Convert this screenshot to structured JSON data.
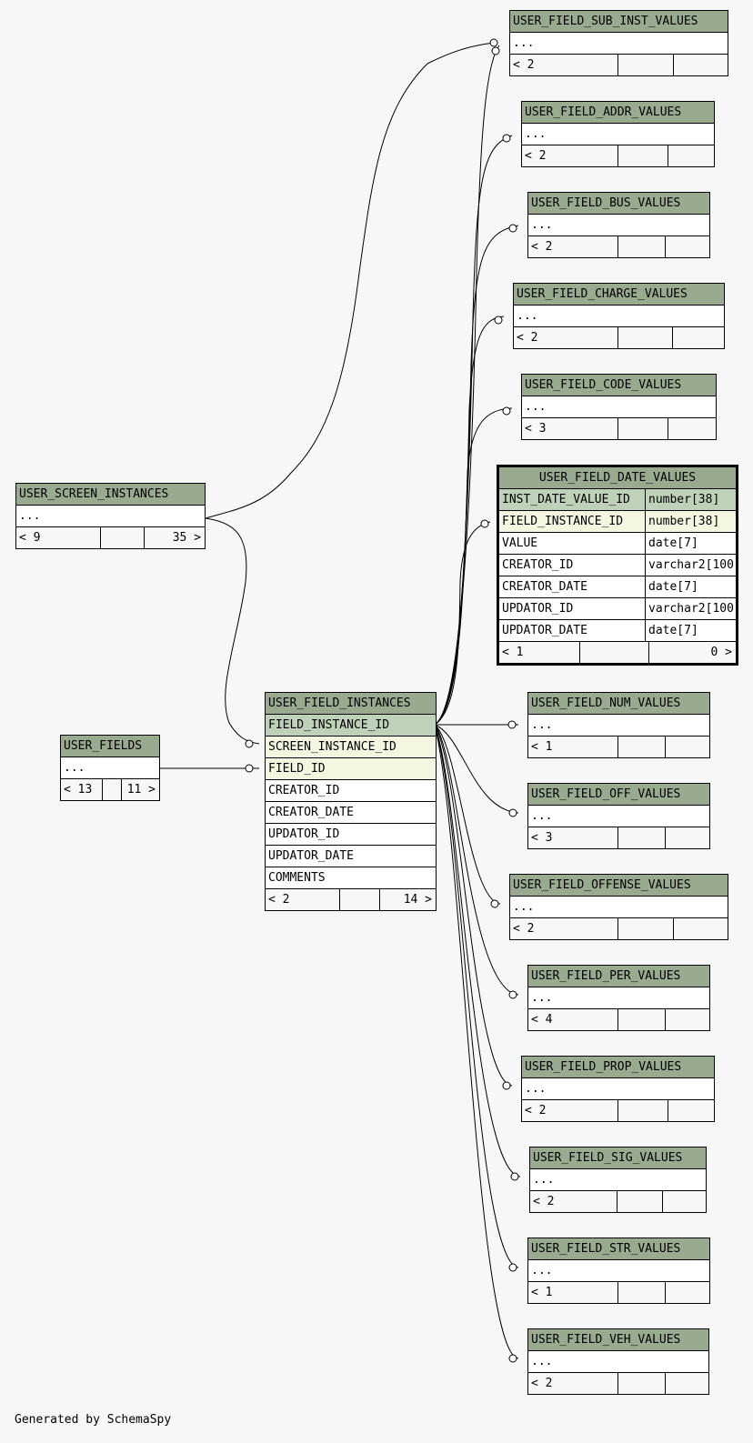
{
  "footer": "Generated by SchemaSpy",
  "colors": {
    "header": "#9aaa8f",
    "primary_key": "#bfd1b8",
    "foreign_key": "#f3f7df",
    "background": "#f7f7f7"
  },
  "tables": {
    "sub_inst": {
      "name": "USER_FIELD_SUB_INST_VALUES",
      "rows": [
        "..."
      ],
      "parents": "< 2",
      "children": ""
    },
    "addr": {
      "name": "USER_FIELD_ADDR_VALUES",
      "rows": [
        "..."
      ],
      "parents": "< 2",
      "children": ""
    },
    "bus": {
      "name": "USER_FIELD_BUS_VALUES",
      "rows": [
        "..."
      ],
      "parents": "< 2",
      "children": ""
    },
    "charge": {
      "name": "USER_FIELD_CHARGE_VALUES",
      "rows": [
        "..."
      ],
      "parents": "< 2",
      "children": ""
    },
    "code": {
      "name": "USER_FIELD_CODE_VALUES",
      "rows": [
        "..."
      ],
      "parents": "< 3",
      "children": ""
    },
    "date": {
      "name": "USER_FIELD_DATE_VALUES",
      "columns": [
        {
          "name": "INST_DATE_VALUE_ID",
          "type": "number[38]"
        },
        {
          "name": "FIELD_INSTANCE_ID",
          "type": "number[38]"
        },
        {
          "name": "VALUE",
          "type": "date[7]"
        },
        {
          "name": "CREATOR_ID",
          "type": "varchar2[100]"
        },
        {
          "name": "CREATOR_DATE",
          "type": "date[7]"
        },
        {
          "name": "UPDATOR_ID",
          "type": "varchar2[100]"
        },
        {
          "name": "UPDATOR_DATE",
          "type": "date[7]"
        }
      ],
      "parents": "< 1",
      "children": "0 >"
    },
    "screen": {
      "name": "USER_SCREEN_INSTANCES",
      "rows": [
        "..."
      ],
      "parents": "< 9",
      "children": "35 >"
    },
    "fields": {
      "name": "USER_FIELDS",
      "rows": [
        "..."
      ],
      "parents": "< 13",
      "children": "11 >"
    },
    "instances": {
      "name": "USER_FIELD_INSTANCES",
      "rows": [
        "FIELD_INSTANCE_ID",
        "SCREEN_INSTANCE_ID",
        "FIELD_ID",
        "CREATOR_ID",
        "CREATOR_DATE",
        "UPDATOR_ID",
        "UPDATOR_DATE",
        "COMMENTS"
      ],
      "parents": "< 2",
      "children": "14 >"
    },
    "num": {
      "name": "USER_FIELD_NUM_VALUES",
      "rows": [
        "..."
      ],
      "parents": "< 1",
      "children": ""
    },
    "off": {
      "name": "USER_FIELD_OFF_VALUES",
      "rows": [
        "..."
      ],
      "parents": "< 3",
      "children": ""
    },
    "offense": {
      "name": "USER_FIELD_OFFENSE_VALUES",
      "rows": [
        "..."
      ],
      "parents": "< 2",
      "children": ""
    },
    "per": {
      "name": "USER_FIELD_PER_VALUES",
      "rows": [
        "..."
      ],
      "parents": "< 4",
      "children": ""
    },
    "prop": {
      "name": "USER_FIELD_PROP_VALUES",
      "rows": [
        "..."
      ],
      "parents": "< 2",
      "children": ""
    },
    "sig": {
      "name": "USER_FIELD_SIG_VALUES",
      "rows": [
        "..."
      ],
      "parents": "< 2",
      "children": ""
    },
    "str": {
      "name": "USER_FIELD_STR_VALUES",
      "rows": [
        "..."
      ],
      "parents": "< 1",
      "children": ""
    },
    "veh": {
      "name": "USER_FIELD_VEH_VALUES",
      "rows": [
        "..."
      ],
      "parents": "< 2",
      "children": ""
    }
  }
}
